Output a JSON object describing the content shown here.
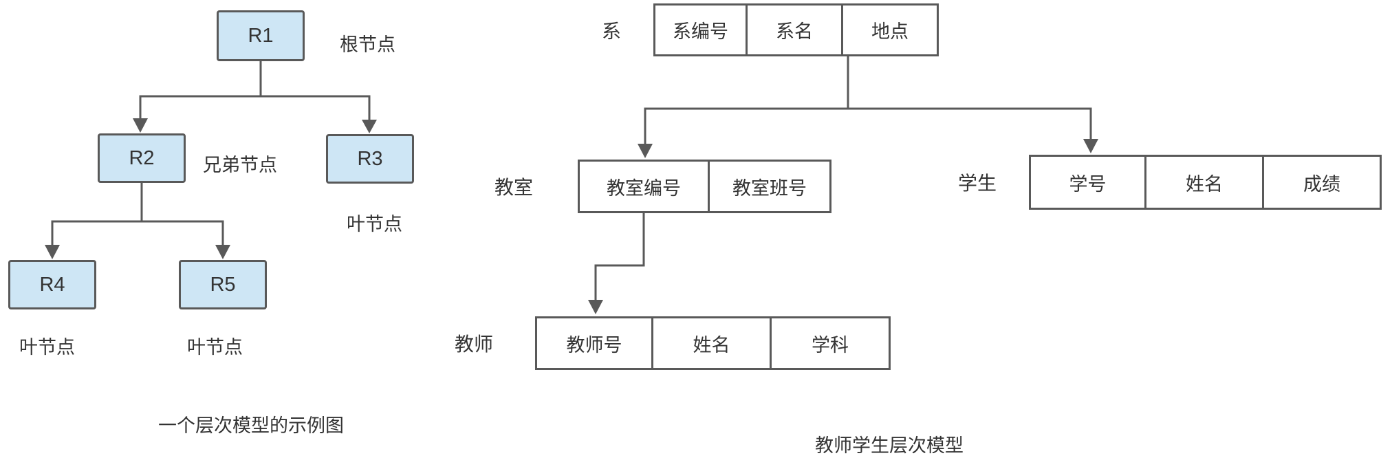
{
  "colors": {
    "node_fill": "#cee6f5",
    "stroke": "#595959",
    "text": "#333333",
    "background": "#ffffff"
  },
  "left_tree": {
    "node_labels": {
      "r1": "R1",
      "r2": "R2",
      "r3": "R3",
      "r4": "R4",
      "r5": "R5"
    },
    "annotations": {
      "root": "根节点",
      "sibling": "兄弟节点",
      "leaf_r3": "叶节点",
      "leaf_r4": "叶节点",
      "leaf_r5": "叶节点"
    },
    "caption": "一个层次模型的示例图"
  },
  "hier_model": {
    "caption": "教师学生层次模型",
    "tables": {
      "department": {
        "label": "系",
        "cells": [
          "系编号",
          "系名",
          "地点"
        ]
      },
      "classroom": {
        "label": "教室",
        "cells": [
          "教室编号",
          "教室班号"
        ]
      },
      "student": {
        "label": "学生",
        "cells": [
          "学号",
          "姓名",
          "成绩"
        ]
      },
      "teacher": {
        "label": "教师",
        "cells": [
          "教师号",
          "姓名",
          "学科"
        ]
      }
    }
  }
}
